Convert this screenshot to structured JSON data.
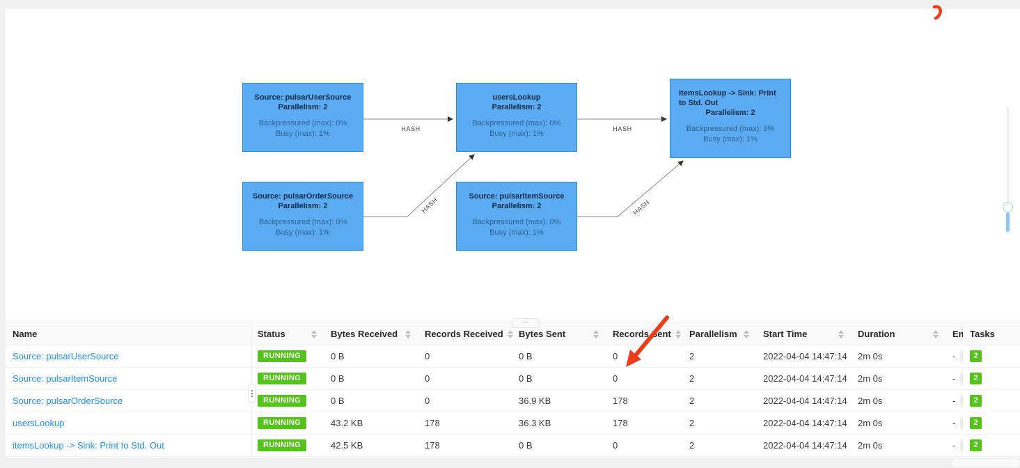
{
  "colors": {
    "node_fill": "#5aabf2",
    "node_border": "#2f8ce3",
    "link_blue": "#1890ff",
    "badge_green": "#52c41a",
    "annotation_red": "#f03b17",
    "slider_blue": "#8cc6f5"
  },
  "graph": {
    "nodes": [
      {
        "title": "Source: pulsarUserSource",
        "parallelism": "Parallelism: 2",
        "backpressured": "Backpressured (max): 0%",
        "busy": "Busy (max): 1%"
      },
      {
        "title": "usersLookup",
        "parallelism": "Parallelism: 2",
        "backpressured": "Backpressured (max): 0%",
        "busy": "Busy (max): 1%"
      },
      {
        "title": "itemsLookup -> Sink: Print to Std. Out",
        "parallelism": "Parallelism: 2",
        "backpressured": "Backpressured (max): 0%",
        "busy": "Busy (max): 1%"
      },
      {
        "title": "Source: pulsarOrderSource",
        "parallelism": "Parallelism: 2",
        "backpressured": "Backpressured (max): 0%",
        "busy": "Busy (max): 1%"
      },
      {
        "title": "Source: pulsarItemSource",
        "parallelism": "Parallelism: 2",
        "backpressured": "Backpressured (max): 0%",
        "busy": "Busy (max): 1%"
      }
    ],
    "edges": [
      {
        "label": "HASH"
      },
      {
        "label": "HASH"
      },
      {
        "label": "HASH"
      },
      {
        "label": "HASH"
      }
    ]
  },
  "splitter": {
    "handle_label": "..."
  },
  "table": {
    "columns": [
      {
        "label": "Name"
      },
      {
        "label": "Status"
      },
      {
        "label": "Bytes Received"
      },
      {
        "label": "Records Received"
      },
      {
        "label": "Bytes Sent"
      },
      {
        "label": "Records Sent"
      },
      {
        "label": "Parallelism"
      },
      {
        "label": "Start Time"
      },
      {
        "label": "Duration"
      },
      {
        "label": "End Time"
      },
      {
        "label": "Tasks"
      }
    ],
    "rows": [
      {
        "name": "Source: pulsarUserSource",
        "status": "RUNNING",
        "bytes_received": "0 B",
        "records_received": "0",
        "bytes_sent": "0 B",
        "records_sent": "0",
        "parallelism": "2",
        "start_time": "2022-04-04 14:47:14",
        "duration": "2m 0s",
        "end_time": "-",
        "tasks": "2"
      },
      {
        "name": "Source: pulsarItemSource",
        "status": "RUNNING",
        "bytes_received": "0 B",
        "records_received": "0",
        "bytes_sent": "0 B",
        "records_sent": "0",
        "parallelism": "2",
        "start_time": "2022-04-04 14:47:14",
        "duration": "2m 0s",
        "end_time": "-",
        "tasks": "2"
      },
      {
        "name": "Source: pulsarOrderSource",
        "status": "RUNNING",
        "bytes_received": "0 B",
        "records_received": "0",
        "bytes_sent": "36.9 KB",
        "records_sent": "178",
        "parallelism": "2",
        "start_time": "2022-04-04 14:47:14",
        "duration": "2m 0s",
        "end_time": "-",
        "tasks": "2"
      },
      {
        "name": "usersLookup",
        "status": "RUNNING",
        "bytes_received": "43.2 KB",
        "records_received": "178",
        "bytes_sent": "36.3 KB",
        "records_sent": "178",
        "parallelism": "2",
        "start_time": "2022-04-04 14:47:14",
        "duration": "2m 0s",
        "end_time": "-",
        "tasks": "2"
      },
      {
        "name": "itemsLookup -> Sink: Print to Std. Out",
        "status": "RUNNING",
        "bytes_received": "42.5 KB",
        "records_received": "178",
        "bytes_sent": "0 B",
        "records_sent": "0",
        "parallelism": "2",
        "start_time": "2022-04-04 14:47:14",
        "duration": "2m 0s",
        "end_time": "-",
        "tasks": "2"
      }
    ]
  }
}
